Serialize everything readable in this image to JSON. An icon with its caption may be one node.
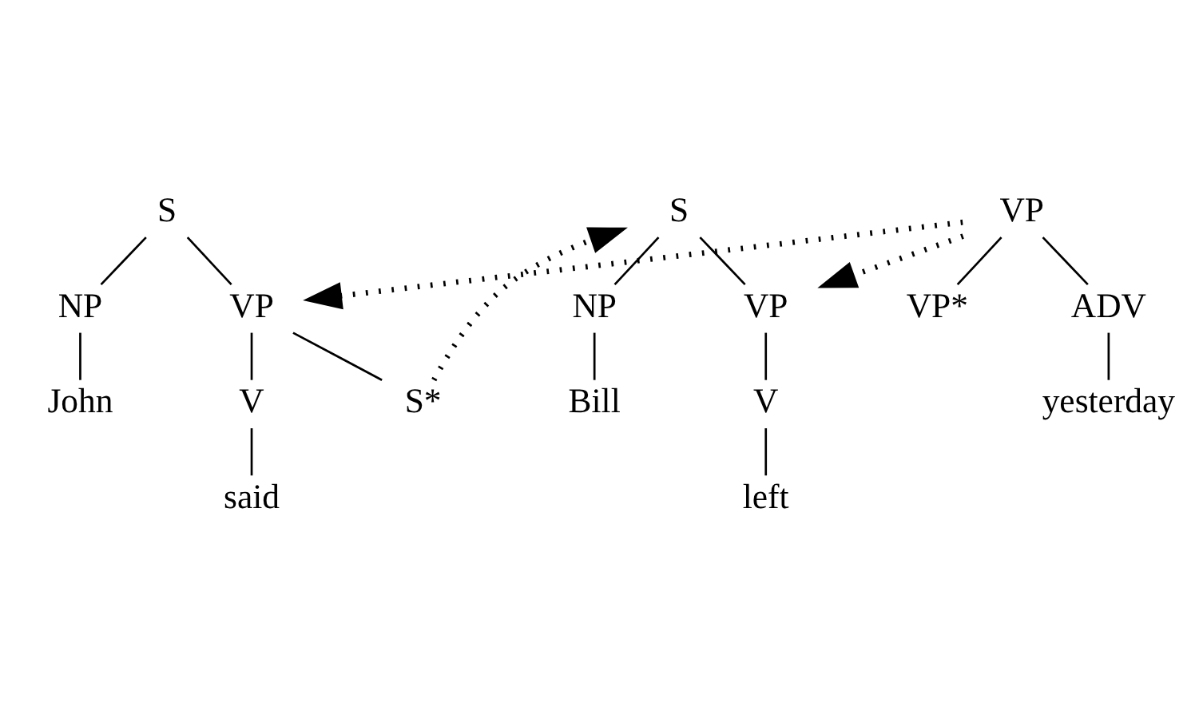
{
  "diagram": {
    "nodes": [
      {
        "text": [
          "S"
        ]
      },
      {
        "text": [
          "NP"
        ]
      },
      {
        "text": [
          "VP"
        ]
      },
      {
        "text": [
          "John"
        ]
      },
      {
        "text": [
          "V"
        ]
      },
      {
        "text": [
          "S*"
        ]
      },
      {
        "text": [
          "said"
        ]
      },
      {
        "text": [
          "S"
        ]
      },
      {
        "text": [
          "NP"
        ]
      },
      {
        "text": [
          "VP"
        ]
      },
      {
        "text": [
          "Bill"
        ]
      },
      {
        "text": [
          "V"
        ]
      },
      {
        "text": [
          "left"
        ]
      },
      {
        "text": [
          "VP"
        ]
      },
      {
        "text": [
          "VP*"
        ]
      },
      {
        "text": [
          "ADV"
        ]
      },
      {
        "text": [
          "yesterday"
        ]
      }
    ],
    "edges": [
      {
        "from": 0,
        "to": 1,
        "arrow": "none"
      },
      {
        "from": 0,
        "to": 2,
        "arrow": "none"
      },
      {
        "from": 1,
        "to": 3,
        "arrow": "none"
      },
      {
        "from": 2,
        "to": 4,
        "arrow": "none"
      },
      {
        "from": 2,
        "to": 5,
        "arrow": "none"
      },
      {
        "from": 4,
        "to": 6,
        "arrow": "none"
      },
      {
        "from": 7,
        "to": 8,
        "arrow": "none"
      },
      {
        "from": 7,
        "to": 9,
        "arrow": "none"
      },
      {
        "from": 8,
        "to": 10,
        "arrow": "none"
      },
      {
        "from": 9,
        "to": 11,
        "arrow": "none"
      },
      {
        "from": 11,
        "to": 12,
        "arrow": "none"
      },
      {
        "from": 13,
        "to": 14,
        "arrow": "none"
      },
      {
        "from": 13,
        "to": 15,
        "arrow": "none"
      },
      {
        "from": 15,
        "to": 16,
        "arrow": "none"
      },
      {
        "from": 5,
        "to": 7,
        "arrow": "to",
        "style": "dashed"
      },
      {
        "from": 13,
        "to": 2,
        "arrow": "to",
        "style": "dashed"
      },
      {
        "from": 13,
        "to": 9,
        "arrow": "to",
        "style": "dashed"
      }
    ]
  }
}
